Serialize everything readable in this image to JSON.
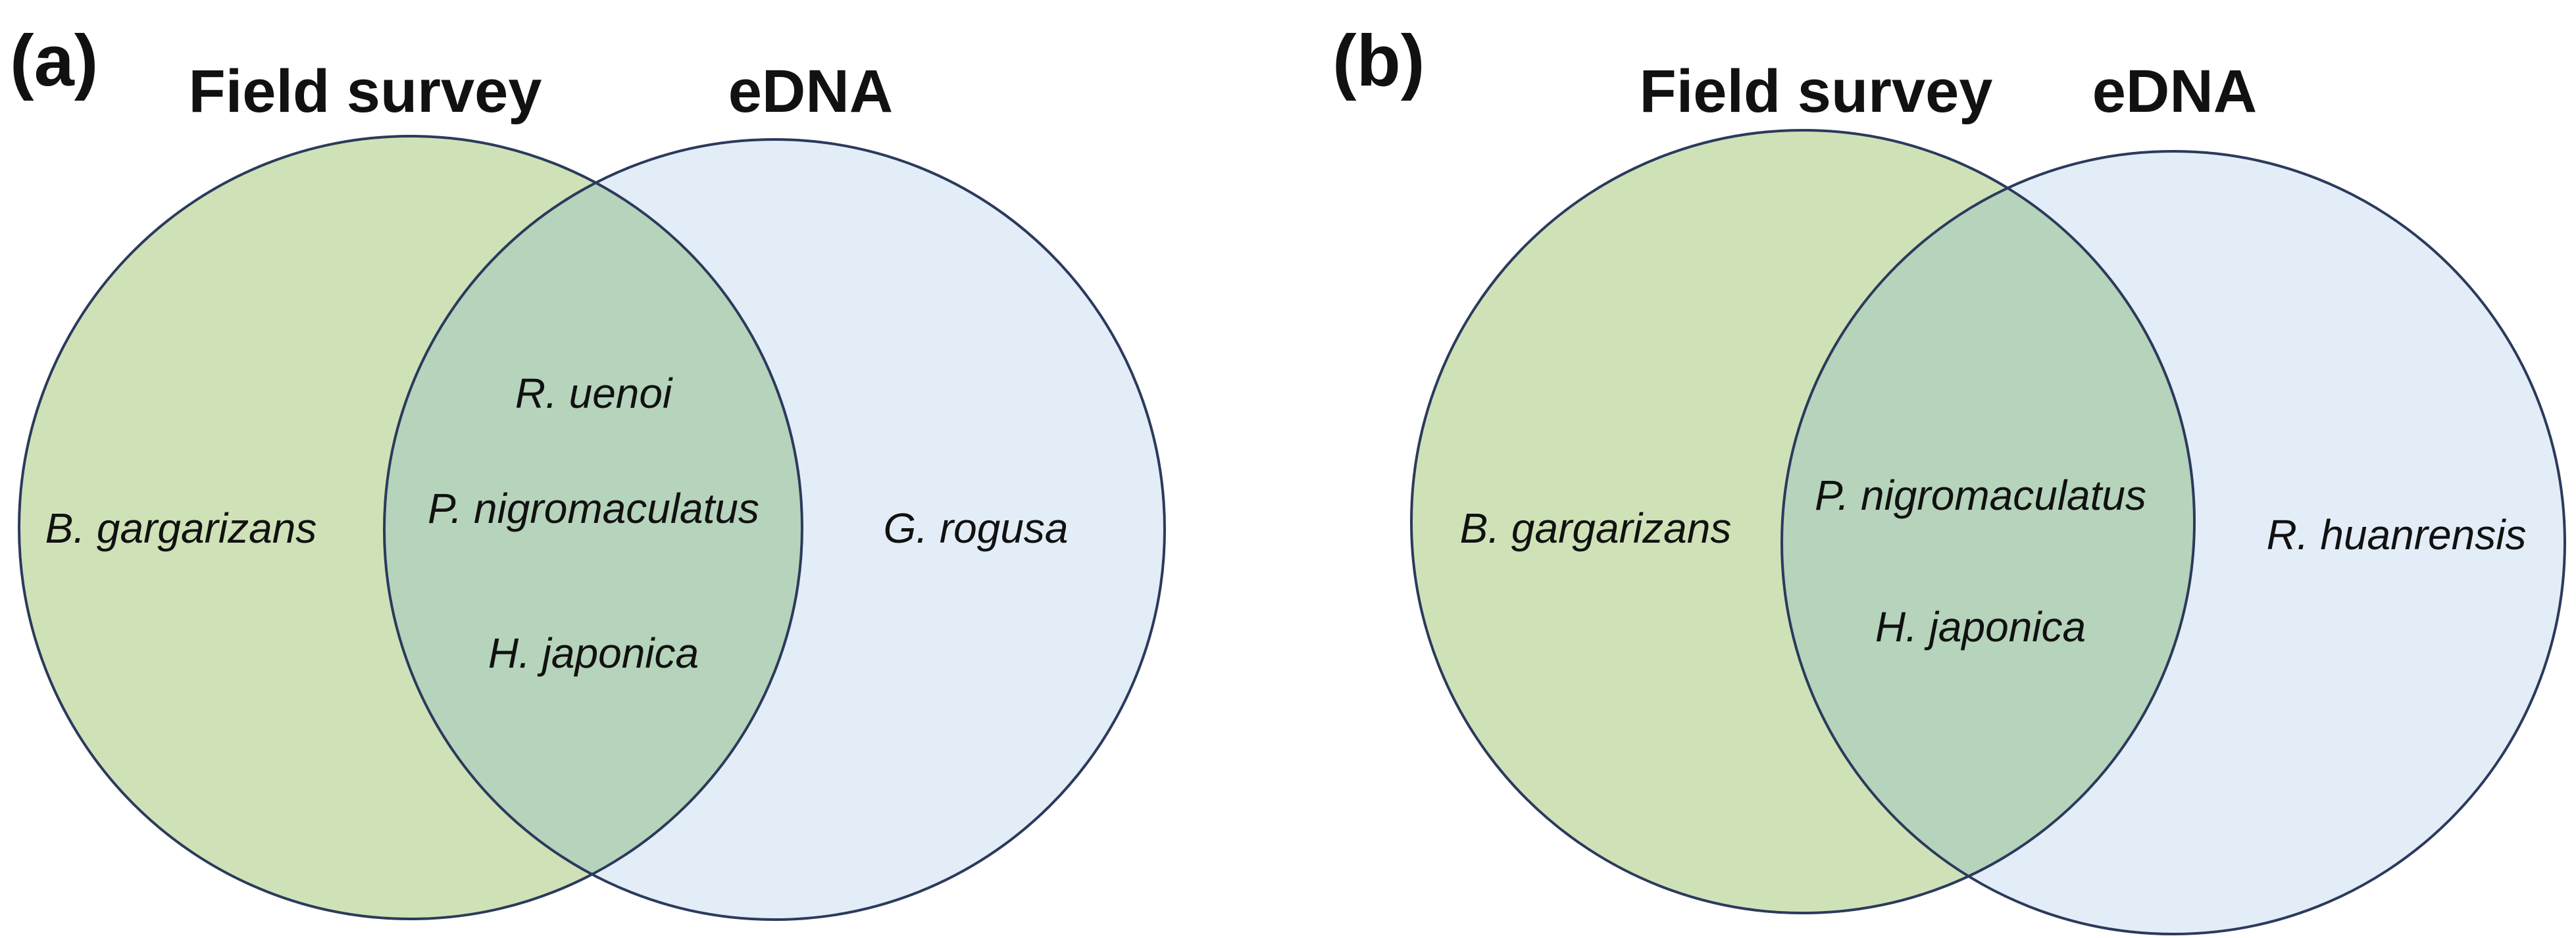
{
  "colors": {
    "field_fill": "#cfe2b7",
    "edna_fill": "#e3edf7",
    "overlap_fill": "#b6d3bb",
    "outline": "#2b3a5c"
  },
  "panels": [
    {
      "label": "(a)",
      "field_title": "Field survey",
      "edna_title": "eDNA",
      "field_only": [
        "B. gargarizans"
      ],
      "shared": [
        "R. uenoi",
        "P. nigromaculatus",
        "H. japonica"
      ],
      "edna_only": [
        "G. rogusa"
      ]
    },
    {
      "label": "(b)",
      "field_title": "Field survey",
      "edna_title": "eDNA",
      "field_only": [
        "B. gargarizans"
      ],
      "shared": [
        "P. nigromaculatus",
        "H. japonica"
      ],
      "edna_only": [
        "R. huanrensis"
      ]
    }
  ]
}
